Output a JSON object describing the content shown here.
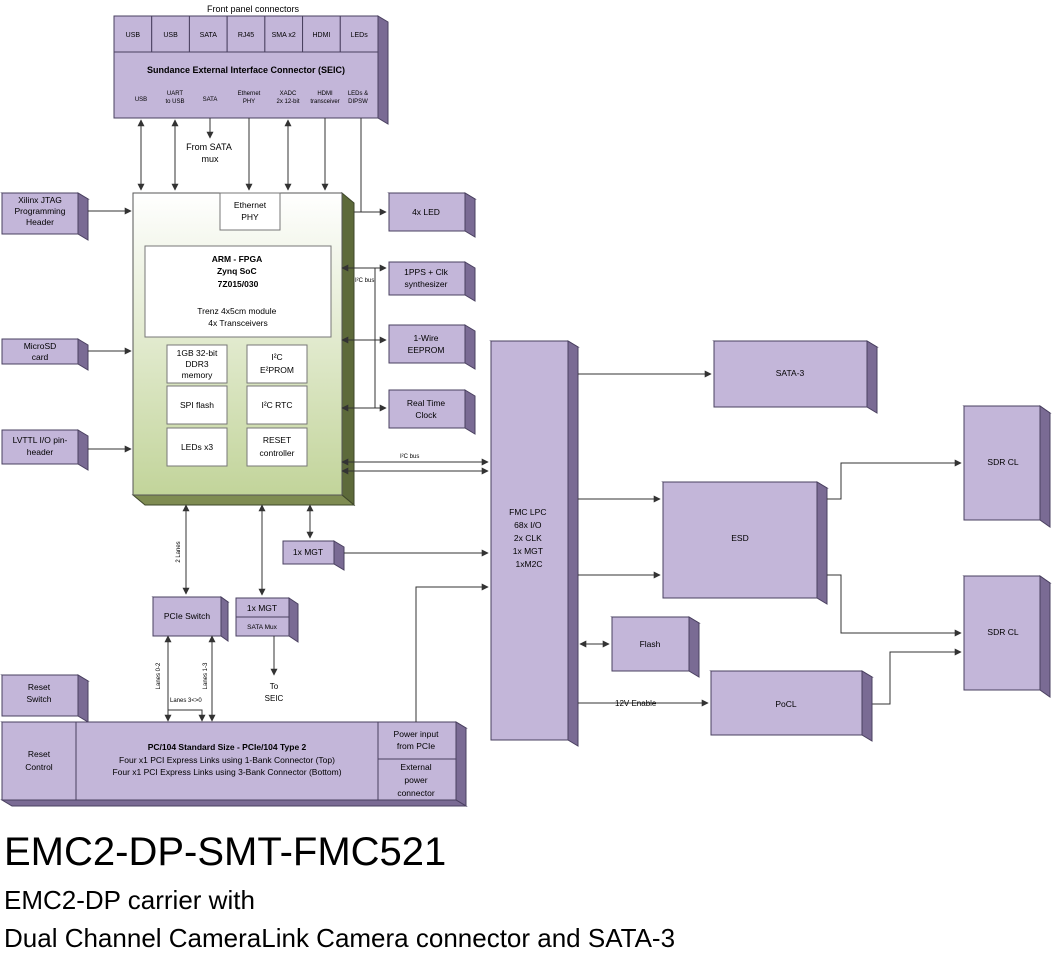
{
  "front_panel": {
    "title": "Front panel connectors",
    "connectors": [
      "USB",
      "USB",
      "SATA",
      "RJ45",
      "SMA x2",
      "HDMI",
      "LEDs"
    ],
    "seic_title": "Sundance External Interface Connector (SEIC)",
    "seic_pins": [
      [
        "USB"
      ],
      [
        "UART",
        "to USB"
      ],
      [
        "SATA"
      ],
      [
        "Ethernet",
        "PHY"
      ],
      [
        "XADC",
        "2x 12-bit"
      ],
      [
        "HDMI",
        "transceiver"
      ],
      [
        "LEDs &",
        "DIPSW"
      ]
    ],
    "from_sata_mux": [
      "From SATA",
      "mux"
    ]
  },
  "left_inputs": {
    "jtag": [
      "Xilinx JTAG",
      "Programming",
      "Header"
    ],
    "microsd": [
      "MicroSD",
      "card"
    ],
    "lvttl": [
      "LVTTL I/O pin-",
      "header"
    ]
  },
  "soc": {
    "ethernet_phy": [
      "Ethernet",
      "PHY"
    ],
    "fpga_lines": [
      "ARM - FPGA",
      "Zynq SoC",
      "7Z015/030",
      "",
      "Trenz 4x5cm module",
      "4x Transceivers"
    ],
    "ddr3": [
      "1GB 32-bit",
      "DDR3",
      "memory"
    ],
    "eeprom": [
      "I²C",
      "E²PROM"
    ],
    "spi_flash": "SPI flash",
    "rtc": "I²C RTC",
    "leds": "LEDs x3",
    "reset": [
      "RESET",
      "controller"
    ],
    "i2c_bus_label": "I²C bus"
  },
  "right_peripherals": {
    "led4": "4x LED",
    "pps": [
      "1PPS + Clk",
      "synthesizer"
    ],
    "onewire": [
      "1-Wire",
      "EEPROM"
    ],
    "rtc": [
      "Real Time",
      "Clock"
    ],
    "i2c_bus_label": "I²C bus"
  },
  "mgt_box": "1x MGT",
  "pcie_switch": "PCIe Switch",
  "two_lanes": "2 Lanes",
  "sata_mgt": {
    "top": "1x MGT",
    "bottom": "SATA Mux"
  },
  "to_seic": [
    "To",
    "SEIC"
  ],
  "lanes": {
    "a": "Lanes 0-2",
    "b": "Lanes 1-3",
    "c": "Lanes 3<>0"
  },
  "reset_switch": [
    "Reset",
    "Switch"
  ],
  "reset_control": [
    "Reset",
    "Control"
  ],
  "pc104": {
    "title": "PC/104 Standard Size -  PCIe/104 Type 2",
    "line1": "Four x1 PCI Express Links using 1-Bank Connector (Top)",
    "line2": "Four x1 PCI Express Links using 3-Bank Connector (Bottom)",
    "power_pcie": [
      "Power input",
      "from PCIe"
    ],
    "power_ext": [
      "External",
      "power",
      "connector"
    ]
  },
  "fmc": {
    "lines": [
      "FMC LPC",
      "68x I/O",
      "2x CLK",
      "1x MGT",
      "1xM2C"
    ]
  },
  "sata3": "SATA-3",
  "esd": "ESD",
  "sdr1": "SDR CL",
  "sdr2": "SDR CL",
  "flash": "Flash",
  "pocl": "PoCL",
  "enable_12v": "12V Enable",
  "heading": {
    "title": "EMC2-DP-SMT-FMC521",
    "subtitle1": "EMC2-DP carrier with",
    "subtitle2": "Dual Channel CameraLink Camera connector and SATA-3"
  }
}
